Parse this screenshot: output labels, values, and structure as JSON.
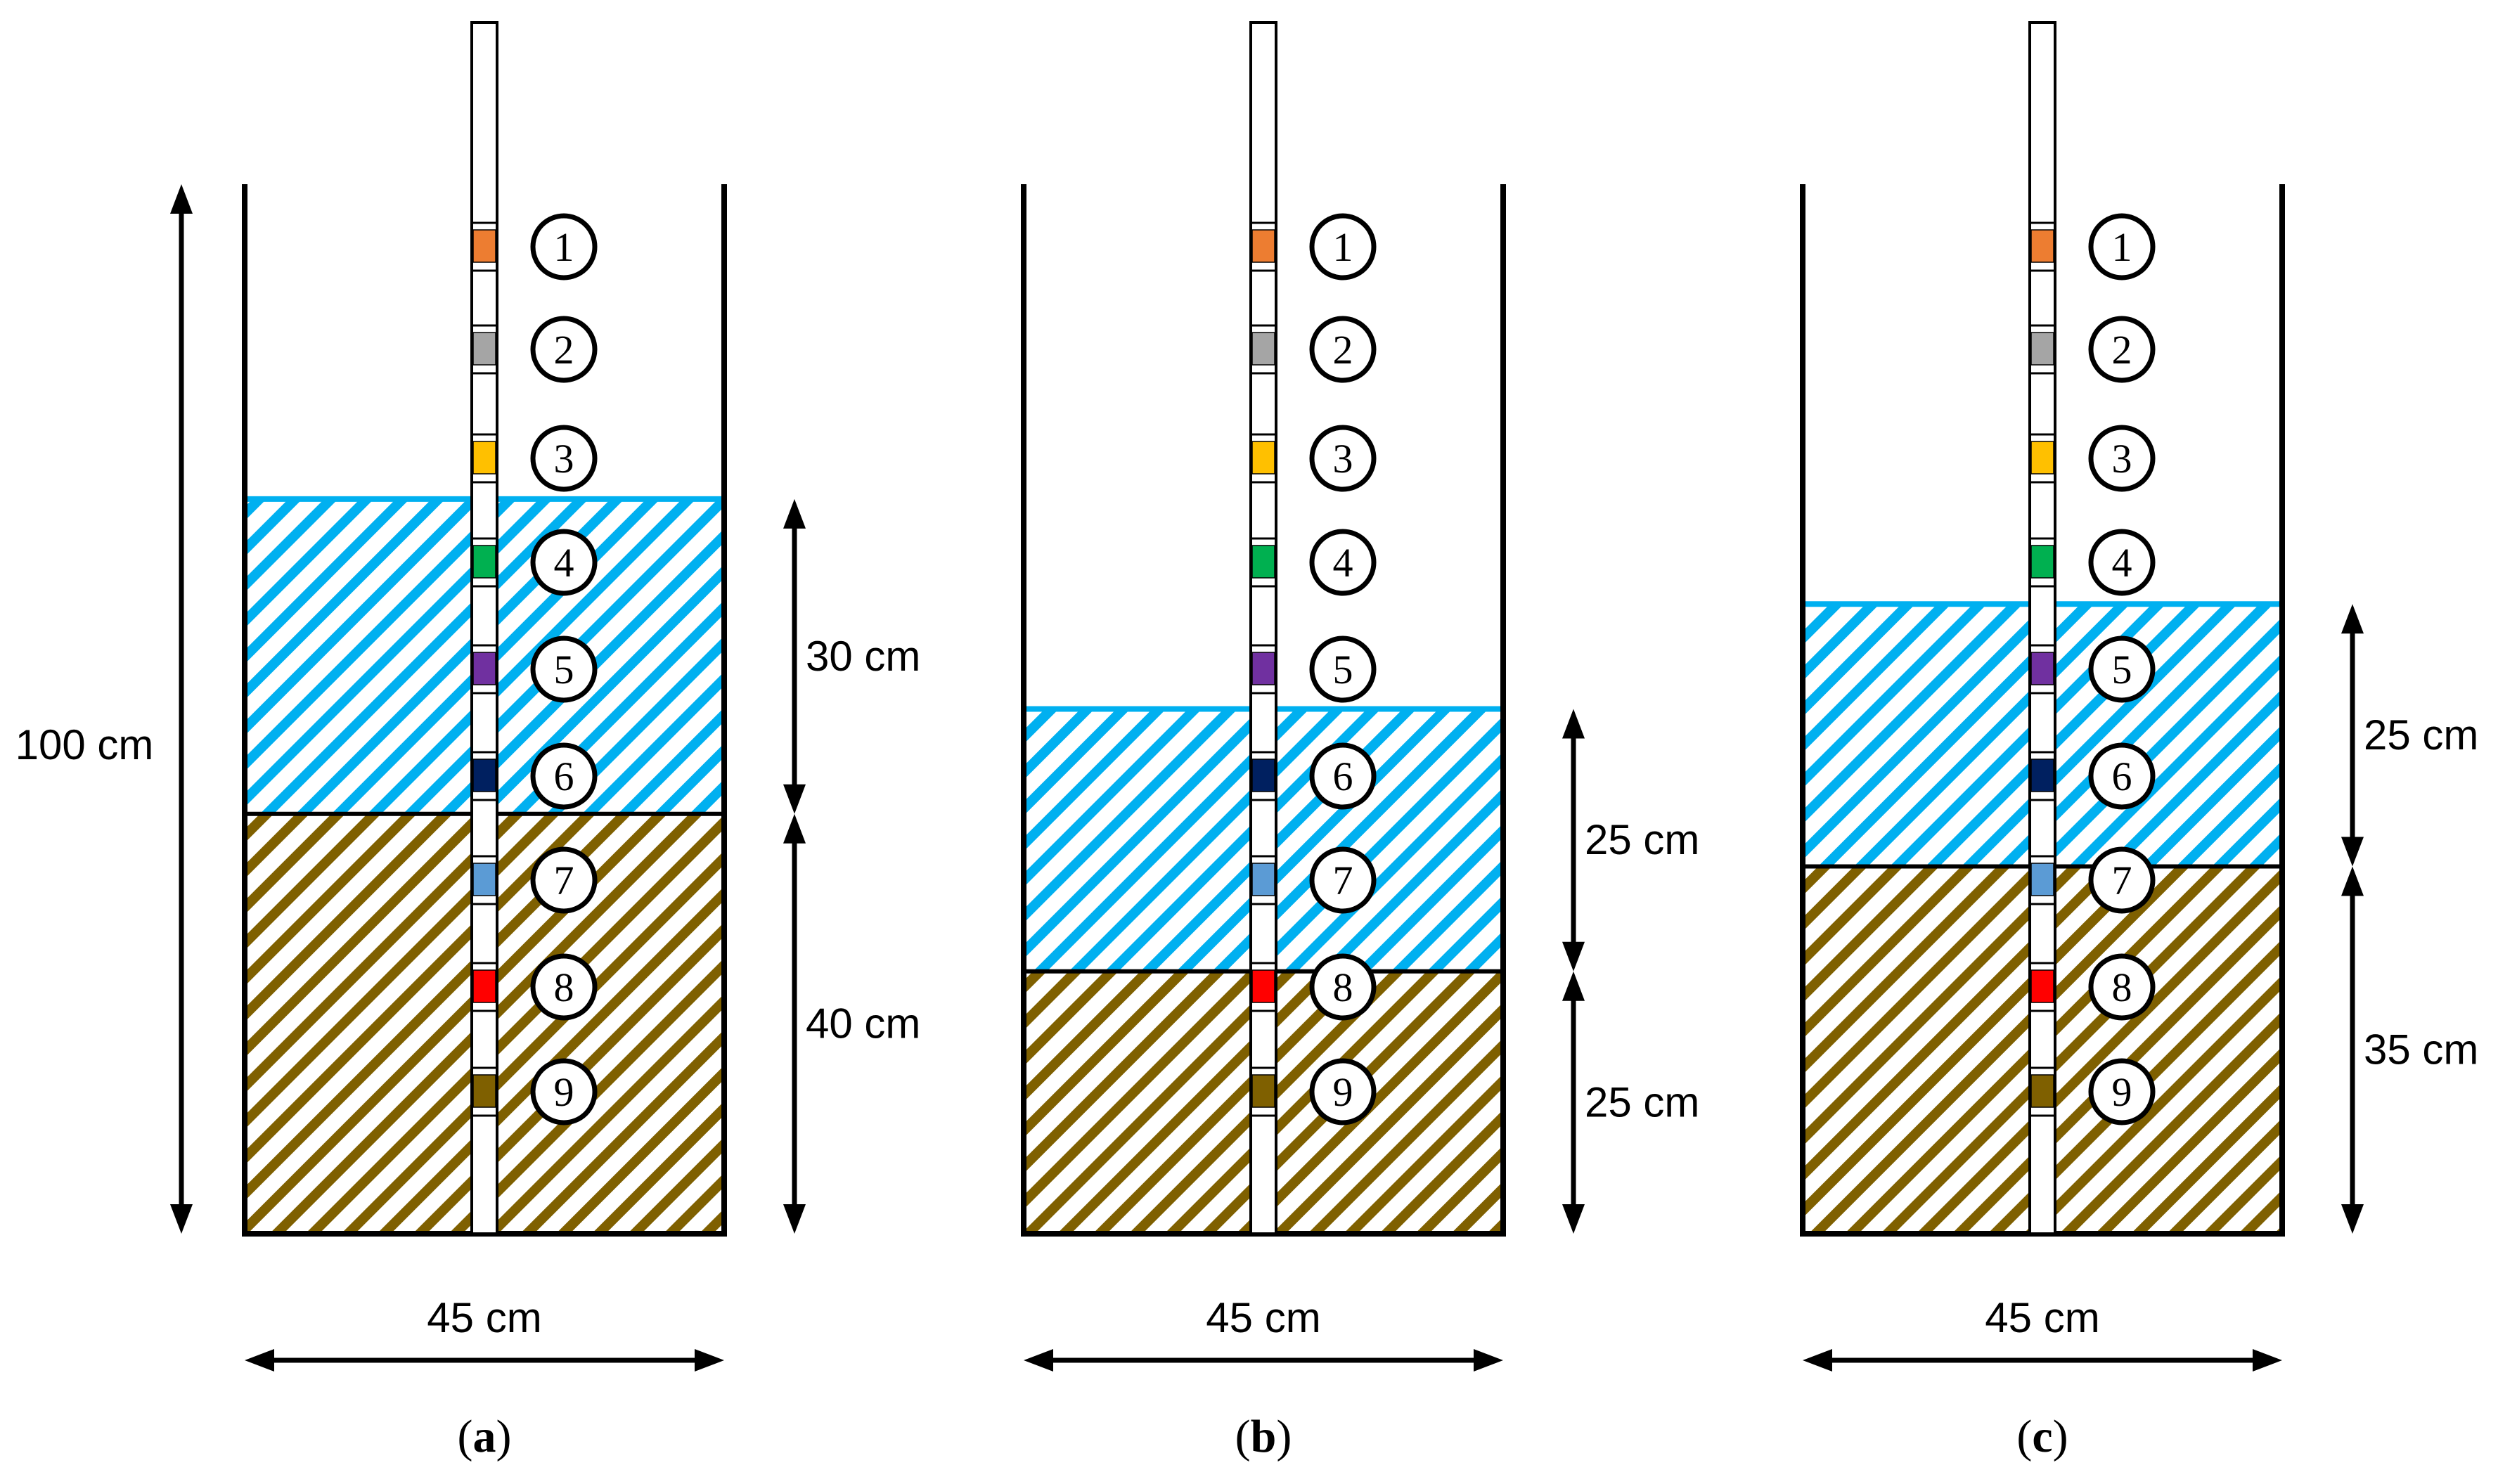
{
  "panels": [
    {
      "caption_letter": "a",
      "total_height_label": "100 cm",
      "width_label": "45 cm",
      "water_label": "30 cm",
      "sediment_label": "40 cm",
      "water_depth_cm": 30,
      "sediment_depth_cm": 40,
      "show_total_height": true
    },
    {
      "caption_letter": "b",
      "total_height_label": "",
      "width_label": "45 cm",
      "water_label": "25 cm",
      "sediment_label": "25 cm",
      "water_depth_cm": 25,
      "sediment_depth_cm": 25,
      "show_total_height": false
    },
    {
      "caption_letter": "c",
      "total_height_label": "",
      "width_label": "45 cm",
      "water_label": "25 cm",
      "sediment_label": "35 cm",
      "water_depth_cm": 25,
      "sediment_depth_cm": 35,
      "show_total_height": false
    }
  ],
  "column_height_cm": 100,
  "sensors": [
    {
      "number": "1",
      "color": "#ED7D31"
    },
    {
      "number": "2",
      "color": "#A5A5A5"
    },
    {
      "number": "3",
      "color": "#FFC000"
    },
    {
      "number": "4",
      "color": "#00B050"
    },
    {
      "number": "5",
      "color": "#7030A0"
    },
    {
      "number": "6",
      "color": "#002060"
    },
    {
      "number": "7",
      "color": "#5B9BD5"
    },
    {
      "number": "8",
      "color": "#FF0000"
    },
    {
      "number": "9",
      "color": "#7F6000"
    }
  ],
  "colors": {
    "water_hatch": "#00B0F0",
    "sediment_hatch": "#7F6000",
    "outline": "#000000"
  }
}
